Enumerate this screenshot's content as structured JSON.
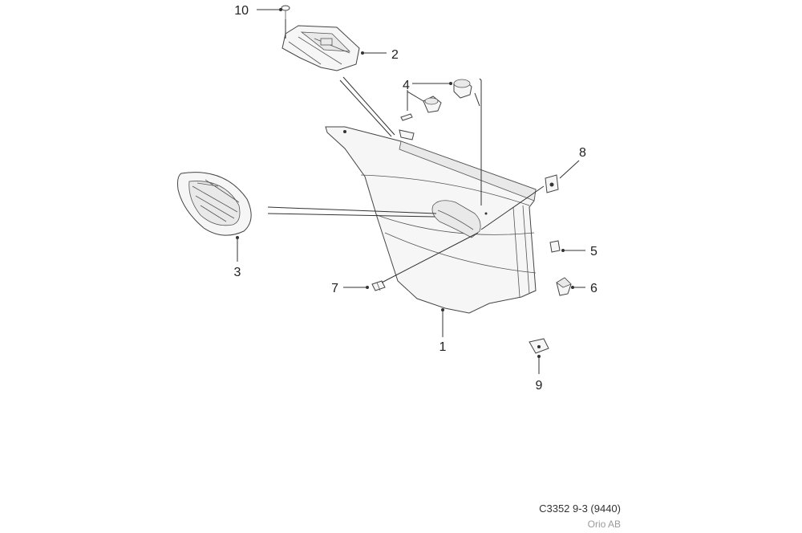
{
  "callouts": [
    {
      "id": "1",
      "label": "1"
    },
    {
      "id": "2",
      "label": "2"
    },
    {
      "id": "3",
      "label": "3"
    },
    {
      "id": "4",
      "label": "4"
    },
    {
      "id": "5",
      "label": "5"
    },
    {
      "id": "6",
      "label": "6"
    },
    {
      "id": "7",
      "label": "7"
    },
    {
      "id": "8",
      "label": "8"
    },
    {
      "id": "9",
      "label": "9"
    },
    {
      "id": "10",
      "label": "10"
    }
  ],
  "footer": {
    "diagram_code": "C3352 9-3 (9440)",
    "organization": "Orio AB"
  }
}
